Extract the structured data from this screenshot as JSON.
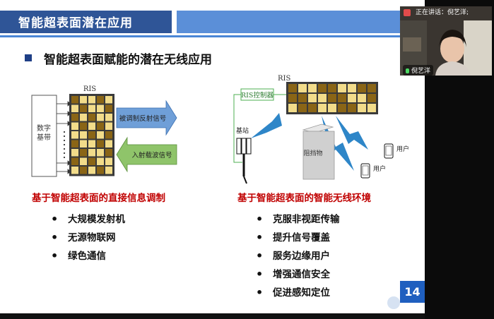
{
  "header": {
    "title": "智能超表面潜在应用"
  },
  "section": {
    "title": "智能超表面赋能的潜在无线应用"
  },
  "left_diagram": {
    "ris_label": "RIS",
    "baseband_label_1": "数字",
    "baseband_label_2": "基带",
    "reflected_signal": "被调制反射信号",
    "incident_signal": "入射载波信号"
  },
  "right_diagram": {
    "ris_label": "RIS",
    "controller_label": "RIS控制器",
    "base_station_label": "基站",
    "obstacle_label": "阻挡物",
    "user_label_1": "用户",
    "user_label_2": "用户"
  },
  "left": {
    "caption": "基于智能超表面的直接信息调制",
    "items": [
      "大规模发射机",
      "无源物联网",
      "绿色通信"
    ]
  },
  "right": {
    "caption": "基于智能超表面的智能无线环境",
    "items": [
      "克服非视距传输",
      "提升信号覆盖",
      "服务边缘用户",
      "增强通信安全",
      "促进感知定位"
    ]
  },
  "page_number": "14",
  "video": {
    "speaking_text": "正在讲话：倪艺洋;",
    "participant_name": "倪艺洋"
  },
  "colors": {
    "header_blue": "#2f5597",
    "caption_red": "#c00000",
    "ris_cell_dark": "#8a6516",
    "ris_cell_light": "#f2dc8a",
    "arrow_blue": "#6f9fd8",
    "arrow_green": "#8fc46a",
    "beam_blue": "#2e86c8"
  }
}
